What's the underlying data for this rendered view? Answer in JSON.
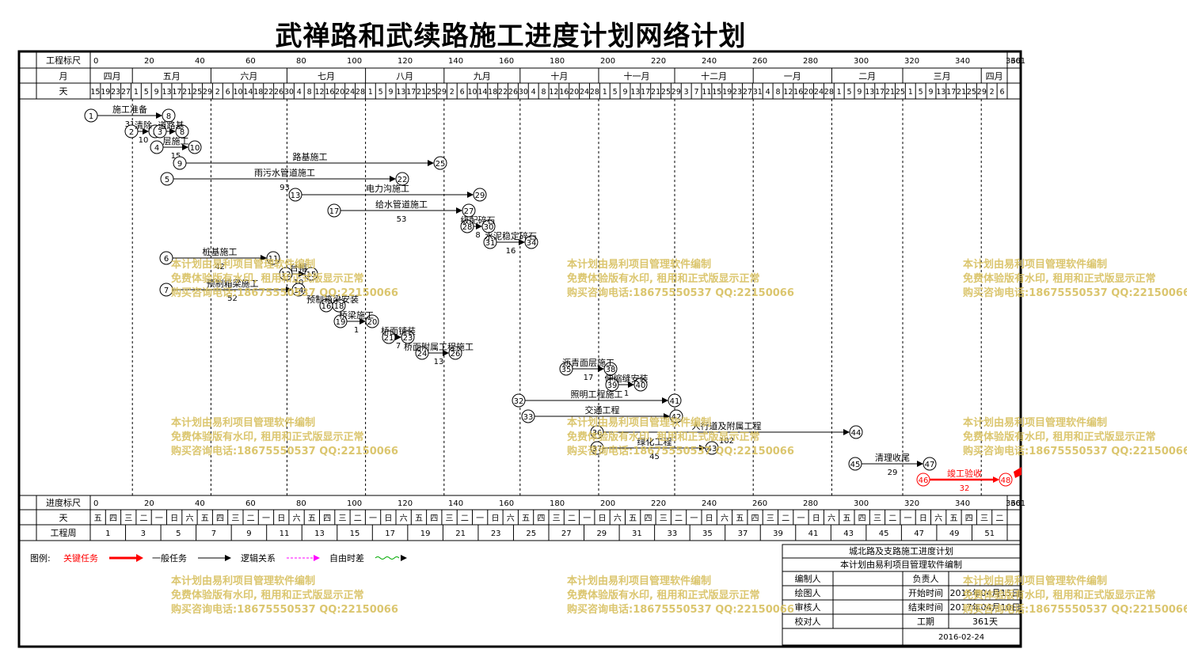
{
  "title": "武禅路和武续路施工进度计划网络计划",
  "header": {
    "scale_label": "工程标尺",
    "month_label": "月",
    "day_label": "天",
    "scale_ticks": [
      "0",
      "20",
      "40",
      "60",
      "80",
      "100",
      "120",
      "140",
      "160",
      "180",
      "200",
      "220",
      "240",
      "260",
      "280",
      "300",
      "320",
      "340",
      "360",
      "361"
    ],
    "months": [
      "四月",
      "五月",
      "六月",
      "七月",
      "八月",
      "九月",
      "十月",
      "十一月",
      "十二月",
      "一月",
      "二月",
      "三月",
      "四月"
    ],
    "days": [
      "15",
      "19",
      "23",
      "27",
      "1",
      "5",
      "9",
      "13",
      "17",
      "21",
      "25",
      "29",
      "2",
      "6",
      "10",
      "14",
      "18",
      "22",
      "26",
      "30",
      "4",
      "8",
      "12",
      "16",
      "20",
      "24",
      "28",
      "1",
      "5",
      "9",
      "13",
      "17",
      "21",
      "25",
      "29",
      "2",
      "6",
      "10",
      "14",
      "18",
      "22",
      "26",
      "30",
      "4",
      "8",
      "12",
      "16",
      "20",
      "24",
      "28",
      "1",
      "5",
      "9",
      "13",
      "17",
      "21",
      "25",
      "29",
      "3",
      "7",
      "11",
      "15",
      "19",
      "23",
      "27",
      "31",
      "4",
      "8",
      "12",
      "16",
      "20",
      "24",
      "28",
      "1",
      "5",
      "9",
      "13",
      "17",
      "21",
      "25",
      "1",
      "5",
      "9",
      "13",
      "17",
      "21",
      "25",
      "29",
      "2",
      "6"
    ]
  },
  "footer": {
    "progress_label": "进度标尺",
    "day_label": "天",
    "week_label": "工程周",
    "weekdays": [
      "五",
      "四",
      "三",
      "二",
      "一",
      "日",
      "六",
      "五",
      "四",
      "三",
      "二",
      "一",
      "日",
      "六",
      "五",
      "四",
      "三",
      "二",
      "一",
      "日",
      "六",
      "五",
      "四",
      "三",
      "二",
      "一",
      "日",
      "六",
      "五",
      "四",
      "三",
      "二",
      "一",
      "日",
      "六",
      "五",
      "四",
      "三",
      "二",
      "一",
      "日",
      "六",
      "五",
      "四",
      "三",
      "二",
      "一",
      "日",
      "六",
      "五",
      "四",
      "三",
      "二",
      "一",
      "日",
      "六",
      "五",
      "四",
      "三",
      "二"
    ],
    "weeks": [
      "1",
      "3",
      "5",
      "7",
      "9",
      "11",
      "13",
      "15",
      "17",
      "19",
      "21",
      "23",
      "25",
      "27",
      "29",
      "31",
      "33",
      "35",
      "37",
      "39",
      "41",
      "43",
      "45",
      "47",
      "49",
      "51"
    ]
  },
  "legend": {
    "label": "图例:",
    "critical": "关键任务",
    "normal": "一般任务",
    "logic": "逻辑关系",
    "float": "自由时差"
  },
  "title_block": {
    "project": "城北路及支路施工进度计划",
    "subtitle": "本计划由易利项目管理软件编制",
    "rows": [
      {
        "label": "编制人",
        "value": "",
        "label2": "负责人",
        "value2": ""
      },
      {
        "label": "绘图人",
        "value": "",
        "label2": "开始时间",
        "value2": "2016年04月15日"
      },
      {
        "label": "审核人",
        "value": "",
        "label2": "结束时间",
        "value2": "2017年04月10日"
      },
      {
        "label": "校对人",
        "value": "",
        "label2": "工期",
        "value2": "361天"
      }
    ],
    "date": "2016-02-24"
  },
  "watermark": {
    "line1": "本计划由易利项目管理软件编制",
    "line2": "免费体验版有水印, 租用和正式版显示正常",
    "line3": "购买咨询电话:18675550537 QQ:22150066"
  },
  "colors": {
    "critical": "#ff0000",
    "normal": "#000000",
    "float": "#00aa00",
    "logic": "#ff00ff",
    "watermark": "#d8c060"
  },
  "chart_data": {
    "type": "network",
    "tasks": [
      {
        "from": "1",
        "to": "8",
        "name": "施工准备",
        "duration": "31"
      },
      {
        "from": "2",
        "to": "3",
        "name": "清除",
        "duration": "10"
      },
      {
        "from": "3",
        "to": "8",
        "name": "道路基",
        "duration": ""
      },
      {
        "from": "4",
        "to": "10",
        "name": "层施工",
        "duration": "15"
      },
      {
        "from": "9",
        "to": "25",
        "name": "路基施工",
        "duration": ""
      },
      {
        "from": "5",
        "to": "22",
        "name": "雨污水管道施工",
        "duration": "93"
      },
      {
        "from": "13",
        "to": "29",
        "name": "电力沟施工",
        "duration": ""
      },
      {
        "from": "17",
        "to": "27",
        "name": "给水管道施工",
        "duration": "53"
      },
      {
        "from": "28",
        "to": "30",
        "name": "级配碎石",
        "duration": "8"
      },
      {
        "from": "31",
        "to": "34",
        "name": "水泥稳定碎石",
        "duration": "16"
      },
      {
        "from": "6",
        "to": "11",
        "name": "桩基施工",
        "duration": "42"
      },
      {
        "from": "12",
        "to": "15",
        "name": "台帽",
        "duration": "10"
      },
      {
        "from": "7",
        "to": "14",
        "name": "预制箱梁施工",
        "duration": "52"
      },
      {
        "from": "16",
        "to": "18",
        "name": "预制箱梁安装",
        "duration": ""
      },
      {
        "from": "19",
        "to": "20",
        "name": "桥梁施工",
        "duration": "1"
      },
      {
        "from": "21",
        "to": "23",
        "name": "桥面铺装",
        "duration": "7"
      },
      {
        "from": "24",
        "to": "26",
        "name": "桥面附属工程施工",
        "duration": "13"
      },
      {
        "from": "35",
        "to": "38",
        "name": "沥青面层施工",
        "duration": "17"
      },
      {
        "from": "39",
        "to": "40",
        "name": "伸缩缝安装",
        "duration": "1"
      },
      {
        "from": "32",
        "to": "41",
        "name": "照明工程施工",
        "duration": ""
      },
      {
        "from": "33",
        "to": "42",
        "name": "交通工程",
        "duration": ""
      },
      {
        "from": "36",
        "to": "44",
        "name": "人行道及附属工程",
        "duration": "102"
      },
      {
        "from": "37",
        "to": "43",
        "name": "绿化工程",
        "duration": "45"
      },
      {
        "from": "45",
        "to": "47",
        "name": "清理收尾",
        "duration": "29"
      },
      {
        "from": "46",
        "to": "48",
        "name": "竣工验收",
        "duration": "32"
      }
    ]
  }
}
